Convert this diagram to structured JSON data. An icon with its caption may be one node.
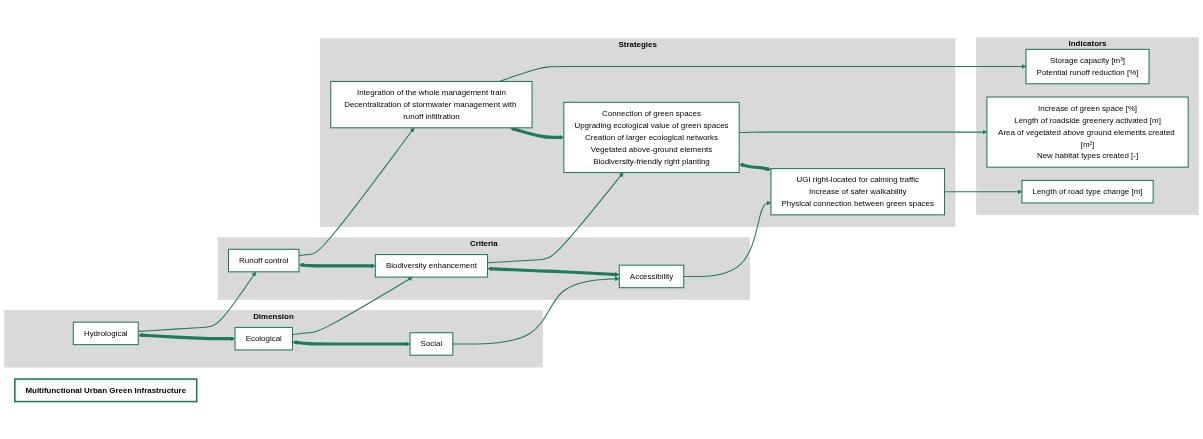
{
  "diagram": {
    "nodes": [
      {
        "text": [
          "Multifunctional Urban Green Infrastructure"
        ]
      },
      {
        "text": [
          "Dimension"
        ]
      },
      {
        "text": [
          "Hydrological"
        ],
        "in": 1
      },
      {
        "text": [
          "Ecological"
        ],
        "in": 1
      },
      {
        "text": [
          "Social"
        ],
        "in": 1
      },
      {
        "text": [
          "Criteria"
        ]
      },
      {
        "text": [
          "Runoff control"
        ],
        "in": 5
      },
      {
        "text": [
          "Biodiversity enhancement"
        ],
        "in": 5
      },
      {
        "text": [
          "Accessibility"
        ],
        "in": 5
      },
      {
        "text": [
          "Strategies"
        ]
      },
      {
        "text": [
          "Integration of the whole management train",
          "Decentralization of stormwater management with runoff infiltration"
        ],
        "in": 9
      },
      {
        "text": [
          "Connection of green spaces",
          "Upgrading ecological value of green spaces",
          "Creation of larger ecological networks",
          "Vegetated above-ground elements",
          "Biodiversity-friendly right planting"
        ],
        "in": 9
      },
      {
        "text": [
          "UGI right-located for calming traffic",
          "Increase of safer walkability",
          "Physical connection between green spaces"
        ],
        "in": 9
      },
      {
        "text": [
          "Indicators"
        ]
      },
      {
        "text": [
          "Storage capacity [m³]",
          "Potential runoff reduction [%]"
        ],
        "in": 13
      },
      {
        "text": [
          "Increase of green space [%]",
          "Length of roadside greenery activated [m]",
          "Area of vegetated above ground elements created [m²]",
          "New habitat types created [-]"
        ],
        "in": 13
      },
      {
        "text": [
          "Length of road type change [m]"
        ],
        "in": 13
      }
    ],
    "edges": [
      {
        "from": 2,
        "to": 6,
        "arrow": "to"
      },
      {
        "from": 3,
        "to": 7,
        "arrow": "to"
      },
      {
        "from": 4,
        "to": 8,
        "arrow": "to"
      },
      {
        "from": 6,
        "to": 10,
        "arrow": "to"
      },
      {
        "from": 7,
        "to": 11,
        "arrow": "to"
      },
      {
        "from": 8,
        "to": 12,
        "arrow": "to"
      },
      {
        "from": 10,
        "to": 14,
        "arrow": "to"
      },
      {
        "from": 11,
        "to": 15,
        "arrow": "to"
      },
      {
        "from": 12,
        "to": 16,
        "arrow": "to"
      },
      {
        "from": 2,
        "to": 3,
        "arrow": "both",
        "style": "thick"
      },
      {
        "from": 3,
        "to": 4,
        "arrow": "both",
        "style": "thick"
      },
      {
        "from": 6,
        "to": 7,
        "arrow": "both",
        "style": "thick"
      },
      {
        "from": 7,
        "to": 8,
        "arrow": "both",
        "style": "thick"
      },
      {
        "from": 10,
        "to": 11,
        "arrow": "both",
        "style": "thick"
      },
      {
        "from": 11,
        "to": 12,
        "arrow": "both",
        "style": "thick"
      }
    ]
  }
}
